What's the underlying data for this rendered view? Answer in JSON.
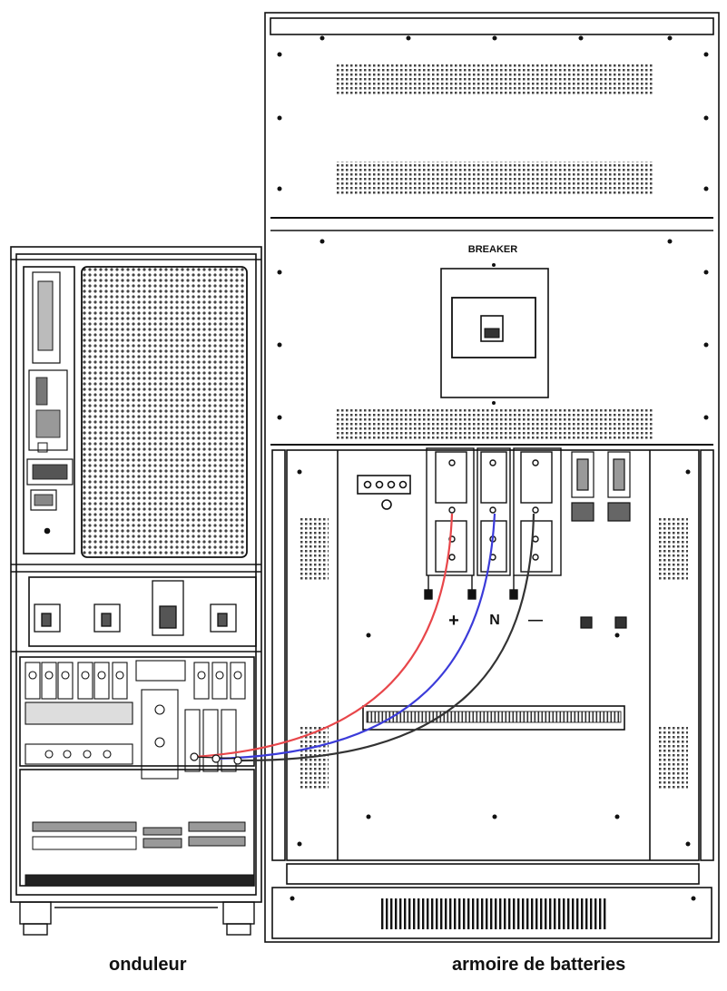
{
  "captions": {
    "left": "onduleur",
    "right": "armoire de batteries"
  },
  "panel_labels": {
    "breaker": "BREAKER",
    "plus": "+",
    "neutral": "N",
    "minus": "—"
  },
  "colors": {
    "line": "#111111",
    "cable_positive": "#e8464a",
    "cable_neutral": "#3b3bd9",
    "cable_negative": "#333333",
    "grille": "#777777"
  }
}
